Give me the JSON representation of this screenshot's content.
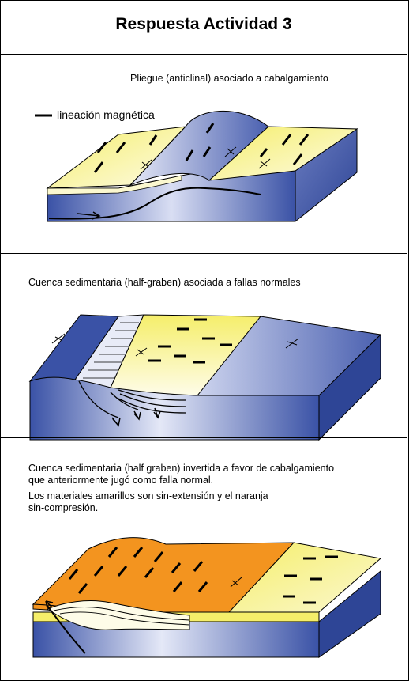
{
  "title": "Respuesta Actividad 3",
  "panel1": {
    "caption": "Pliegue (anticlinal) asociado a cabalgamiento",
    "legend": "lineación magnética"
  },
  "panel2": {
    "caption": "Cuenca sedimentaria (half-graben) asociada a fallas normales"
  },
  "panel3": {
    "caption_line1": "Cuenca sedimentaria (half graben) invertida a favor de cabalgamiento",
    "caption_line2": "que anteriormente jugó como falla normal.",
    "caption_line3": "Los materiales amarillos son sin-extensión y el naranja",
    "caption_line4": "sin-compresión."
  },
  "colors": {
    "blue_dark": "#3a52a6",
    "blue_light": "#c9d0ec",
    "yellow": "#f5ee6a",
    "yellow_pale": "#fbf8cf",
    "orange": "#f3941f"
  }
}
